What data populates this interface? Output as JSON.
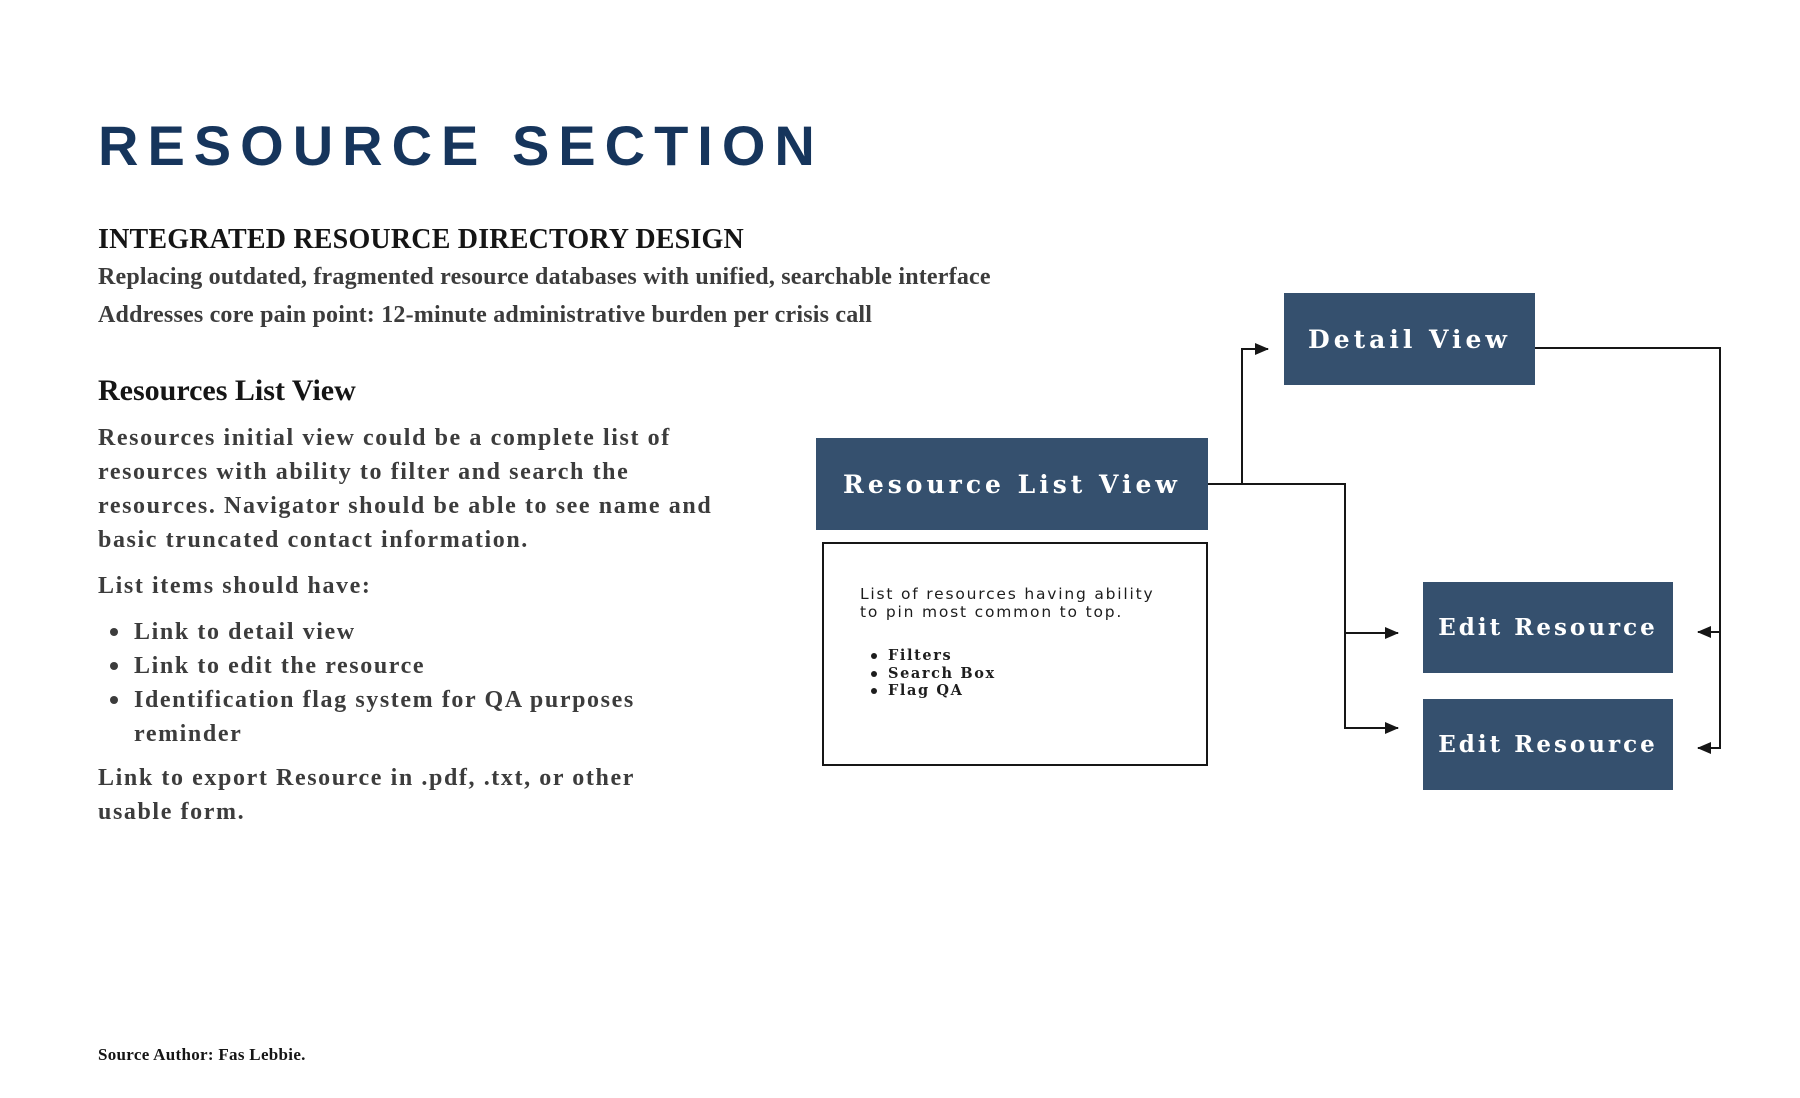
{
  "page": {
    "title": "RESOURCE SECTION",
    "section": {
      "heading": "INTEGRATED RESOURCE DIRECTORY DESIGN",
      "line1": "Replacing outdated, fragmented resource databases with unified, searchable interface",
      "line2": "Addresses core pain point: 12-minute administrative burden per crisis call"
    },
    "subsection": {
      "heading": "Resources List View",
      "paragraph": "Resources initial view could be a complete list of resources with ability to filter and search the resources. Navigator should be able to see name and basic truncated contact information.",
      "list_intro": "List items should have:",
      "list_items": [
        "Link to detail view",
        "Link to edit the resource",
        "Identification flag system for QA purposes reminder"
      ],
      "export_note": "Link to export Resource in .pdf, .txt, or other usable form."
    },
    "source": "Source Author: Fas Lebbie."
  },
  "diagram": {
    "boxes": {
      "detail_view": "Detail View",
      "resource_list_view": "Resource List View",
      "edit_resource_1": "Edit Resource",
      "edit_resource_2": "Edit Resource"
    },
    "note": {
      "text": "List of resources having ability to pin most common to top.",
      "items": [
        "Filters",
        "Search Box",
        "Flag QA"
      ]
    }
  },
  "colors": {
    "box_navy": "#35506e",
    "title_navy": "#16355c",
    "body_text": "#3c3c3c",
    "connector": "#161616"
  }
}
